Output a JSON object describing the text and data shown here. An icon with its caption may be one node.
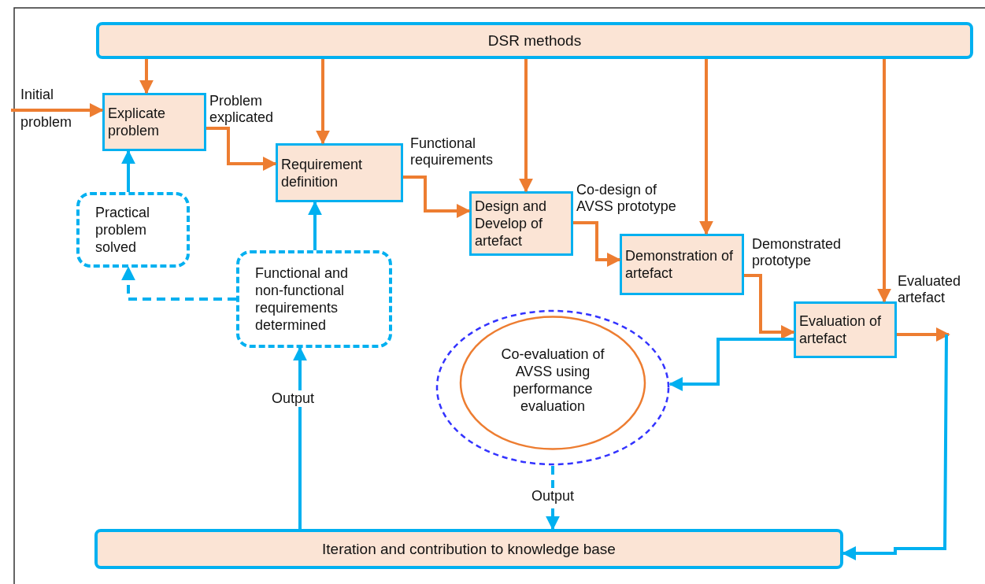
{
  "diagram": {
    "nodes": [
      {
        "text": [
          "DSR methods"
        ]
      },
      {
        "text": [
          "Explicate problem"
        ]
      },
      {
        "text": [
          "Requirement definition"
        ]
      },
      {
        "text": [
          "Design and Develop of artefact"
        ]
      },
      {
        "text": [
          "Demonstration of artefact"
        ]
      },
      {
        "text": [
          "Evaluation of artefact"
        ]
      },
      {
        "text": [
          "Practical problem solved"
        ]
      },
      {
        "text": [
          "Functional and non-functional requirements determined"
        ]
      },
      {
        "text": [
          "Co-evaluation of AVSS using performance evaluation"
        ]
      },
      {
        "text": [
          "Iteration and contribution to knowledge base"
        ]
      }
    ],
    "edges": [
      {
        "from": 0,
        "to": 1,
        "arrow": "to"
      },
      {
        "from": 0,
        "to": 2,
        "arrow": "to"
      },
      {
        "from": 0,
        "to": 3,
        "arrow": "to"
      },
      {
        "from": 0,
        "to": 4,
        "arrow": "to"
      },
      {
        "from": 0,
        "to": 5,
        "arrow": "to"
      },
      {
        "from": null,
        "to": 1,
        "arrow": "to"
      },
      {
        "from": 1,
        "to": 2,
        "arrow": "to",
        "label": "Problem explicated"
      },
      {
        "from": 2,
        "to": 3,
        "arrow": "to",
        "label": "Functional requirements"
      },
      {
        "from": 3,
        "to": 4,
        "arrow": "to",
        "label": "Co-design of AVSS prototype"
      },
      {
        "from": 4,
        "to": 5,
        "arrow": "to",
        "label": "Demonstrated prototype"
      },
      {
        "from": 5,
        "to": null,
        "arrow": "to",
        "label": "Evaluated artefact"
      },
      {
        "from": null,
        "to": 9,
        "arrow": "to",
        "color": "#00b0f0"
      },
      {
        "from": 5,
        "to": 8,
        "arrow": "to",
        "color": "#00b0f0"
      },
      {
        "from": 8,
        "to": 9,
        "arrow": "to",
        "label": "Output",
        "style": "dashed",
        "color": "#00b0f0"
      },
      {
        "from": 9,
        "to": 7,
        "arrow": "to",
        "label": "Output",
        "color": "#00b0f0"
      },
      {
        "from": 7,
        "to": 2,
        "arrow": "to",
        "color": "#00b0f0"
      },
      {
        "from": 7,
        "to": 6,
        "arrow": "to",
        "style": "dashed",
        "color": "#00b0f0"
      },
      {
        "from": 6,
        "to": 1,
        "arrow": "to",
        "color": "#00b0f0"
      }
    ],
    "labels": [
      "Initial",
      "problem"
    ]
  }
}
